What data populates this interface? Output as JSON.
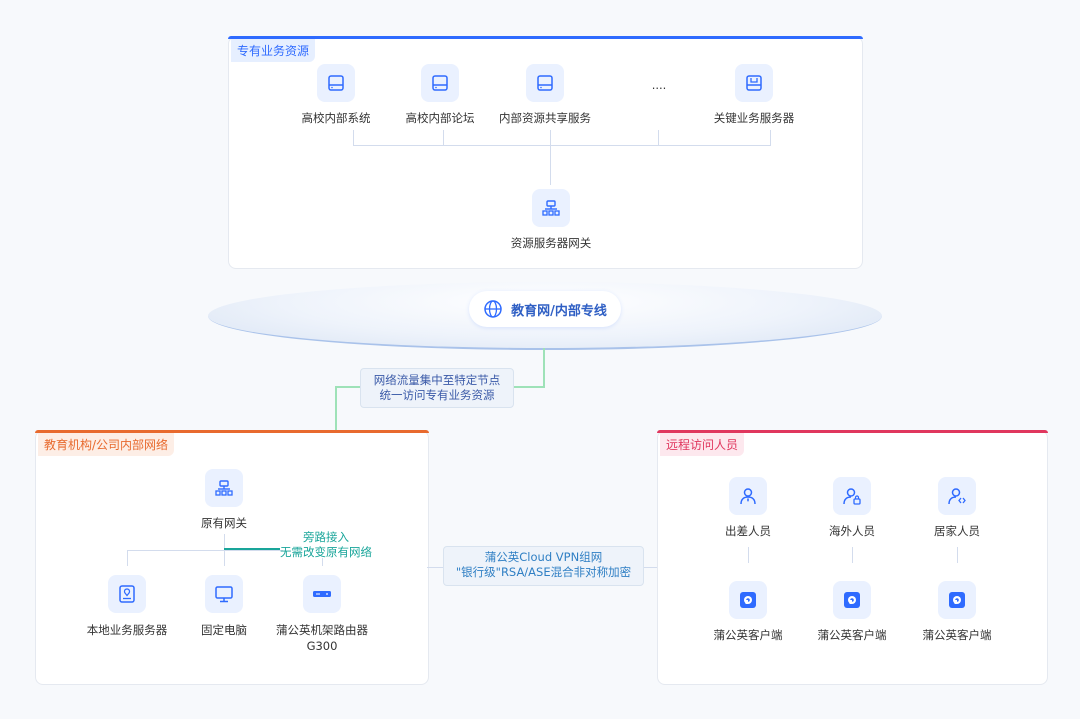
{
  "resources": {
    "tag": "专有业务资源",
    "items": [
      "高校内部系统",
      "高校内部论坛",
      "内部资源共享服务",
      "....",
      "关键业务服务器"
    ],
    "gateway": "资源服务器网关"
  },
  "network": {
    "label": "教育网/内部专线"
  },
  "flow_note": {
    "line1": "网络流量集中至特定节点",
    "line2": "统一访问专有业务资源"
  },
  "internal": {
    "tag": "教育机构/公司内部网络",
    "gateway": "原有网关",
    "bypass_line1": "旁路接入",
    "bypass_line2": "无需改变原有网络",
    "devices": [
      "本地业务服务器",
      "固定电脑",
      "蒲公英机架路由器"
    ],
    "router_model": "G300"
  },
  "vpn_note": {
    "line1": "蒲公英Cloud VPN组网",
    "line2": "\"银行级\"RSA/ASE混合非对称加密"
  },
  "remote": {
    "tag": "远程访问人员",
    "people": [
      "出差人员",
      "海外人员",
      "居家人员"
    ],
    "clients": [
      "蒲公英客户端",
      "蒲公英客户端",
      "蒲公英客户端"
    ]
  },
  "colors": {
    "blue": "#2f6bff",
    "orange": "#e86a2e",
    "red": "#e0375e",
    "teal": "#19a59a",
    "green": "#9ee2b8"
  }
}
